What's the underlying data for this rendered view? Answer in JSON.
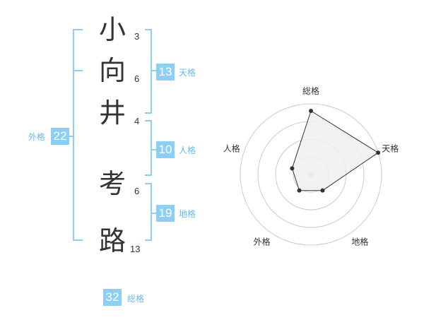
{
  "name": {
    "chars": [
      "小",
      "向",
      "井",
      "考",
      "路"
    ],
    "strokes": [
      "3",
      "6",
      "4",
      "6",
      "13"
    ]
  },
  "kakusu": {
    "tenkaku": {
      "value": "13",
      "label": "天格"
    },
    "jinkaku": {
      "value": "10",
      "label": "人格"
    },
    "chikaku": {
      "value": "19",
      "label": "地格"
    },
    "gaikaku": {
      "value": "22",
      "label": "外格"
    },
    "soukaku": {
      "value": "32",
      "label": "総格"
    }
  },
  "colors": {
    "accent": "#8dcff3",
    "bracket": "#8dcff3",
    "label": "#6ab8e6",
    "text": "#333333",
    "radar_fill": "#f0f0f0",
    "radar_line": "#333333",
    "ring": "#cccccc"
  },
  "chart_data": {
    "type": "radar",
    "axes": [
      "総格",
      "天格",
      "地格",
      "外格",
      "人格"
    ],
    "values": [
      0.9,
      1.0,
      0.28,
      0.28,
      0.28
    ],
    "rings": 4,
    "center_marker": true
  }
}
